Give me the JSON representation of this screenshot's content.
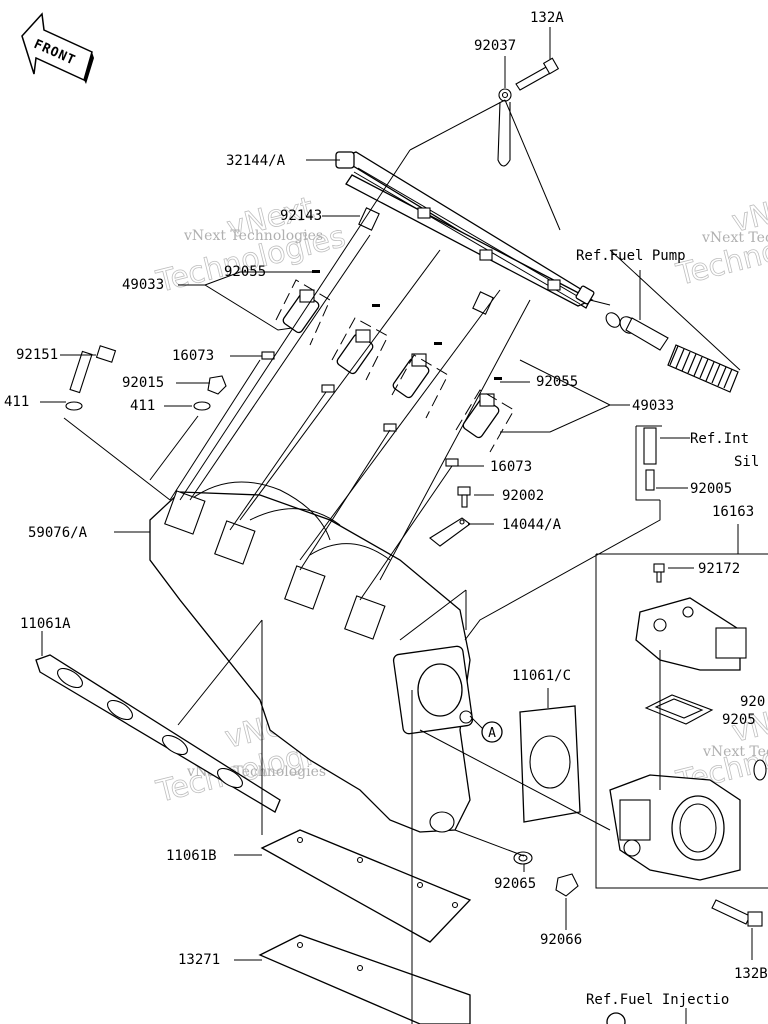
{
  "front_badge": "FRONT",
  "watermark": {
    "brand": "vNext",
    "line1": "Technologies",
    "line2": "vNext Technologies"
  },
  "callouts": {
    "circle_a": "A"
  },
  "labels": {
    "l132a": "132A",
    "l92037": "92037",
    "l32144a": "32144/A",
    "l92143": "92143",
    "l49033_left": "49033",
    "l92055_left": "92055",
    "l92151": "92151",
    "l16073_left": "16073",
    "l92015": "92015",
    "l411_a": "411",
    "l411_b": "411",
    "l59076a": "59076/A",
    "l11061a": "11061A",
    "l11061b": "11061B",
    "l13271": "13271",
    "l92065": "92065",
    "l92066": "92066",
    "l11061c": "11061/C",
    "l92002": "92002",
    "l14044a": "14044/A",
    "l16073_right": "16073",
    "l92055_right": "92055",
    "l49033_right": "49033",
    "l92005": "92005",
    "ref_int": "Ref.Int",
    "sil": "Sil",
    "ref_fuel_pump": "Ref.Fuel Pump",
    "l16163": "16163",
    "l92172": "92172",
    "l920_a": "920",
    "l9205": "9205",
    "l132b": "132B",
    "ref_fuel_injection": "Ref.Fuel Injectio"
  }
}
